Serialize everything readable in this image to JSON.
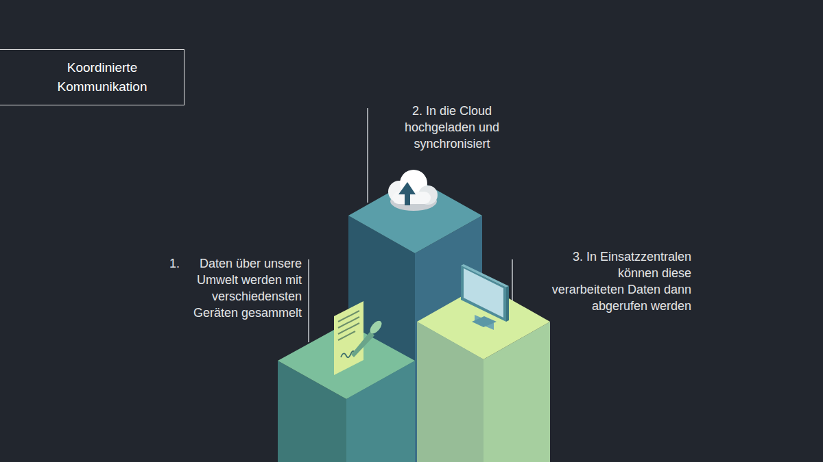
{
  "diagram": {
    "title": "Koordinierte Kommunikation",
    "labels": [
      "1.",
      "Daten über unsere Umwelt werden mit verschiedensten Geräten gesammelt",
      "2. In die Cloud hochgeladen und synchronisiert",
      "3. In Einsatzzentralen können diese verarbeiteten Daten dann abgerufen werden"
    ]
  }
}
